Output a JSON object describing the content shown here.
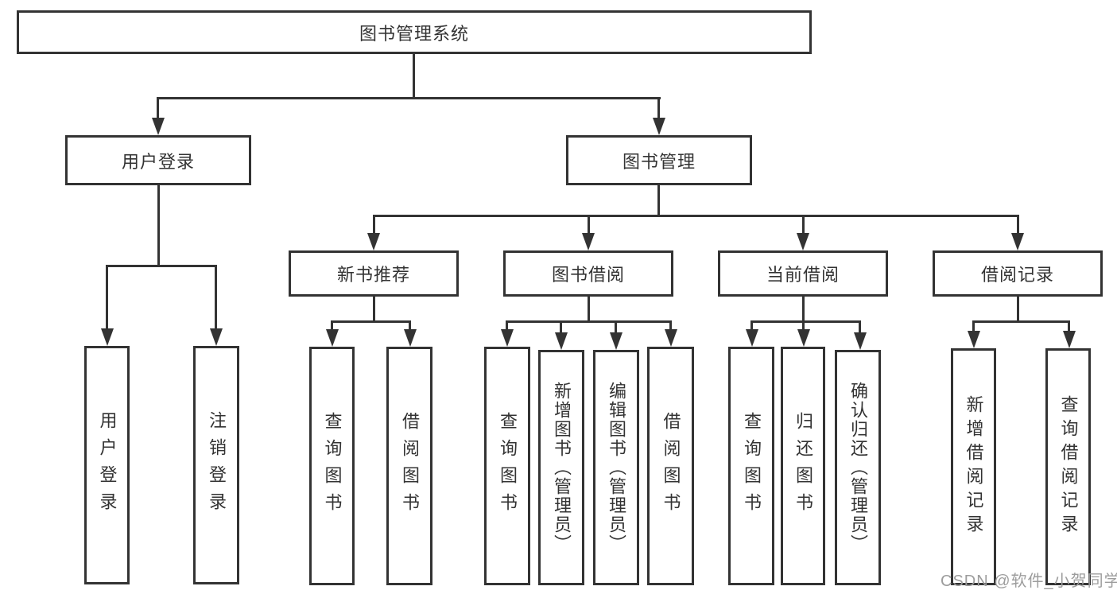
{
  "diagram": {
    "root": {
      "label": "图书管理系统"
    },
    "branches": [
      {
        "label": "用户登录",
        "children": [
          {
            "label": "用户登录"
          },
          {
            "label": "注销登录"
          }
        ]
      },
      {
        "label": "图书管理",
        "children": [
          {
            "label": "新书推荐",
            "children": [
              {
                "label": "查询图书"
              },
              {
                "label": "借阅图书"
              }
            ]
          },
          {
            "label": "图书借阅",
            "children": [
              {
                "label": "查询图书"
              },
              {
                "label": "新增图书（管理员）"
              },
              {
                "label": "编辑图书（管理员）"
              },
              {
                "label": "借阅图书"
              }
            ]
          },
          {
            "label": "当前借阅",
            "children": [
              {
                "label": "查询图书"
              },
              {
                "label": "归还图书"
              },
              {
                "label": "确认归还（管理员）"
              }
            ]
          },
          {
            "label": "借阅记录",
            "children": [
              {
                "label": "新增借阅记录"
              },
              {
                "label": "查询借阅记录"
              }
            ]
          }
        ]
      }
    ]
  },
  "watermark": {
    "text": "CSDN @软件_小贺同学"
  },
  "colors": {
    "line": "#333333",
    "text": "#333333",
    "background": "#ffffff",
    "watermark": "#9d9d9d"
  }
}
